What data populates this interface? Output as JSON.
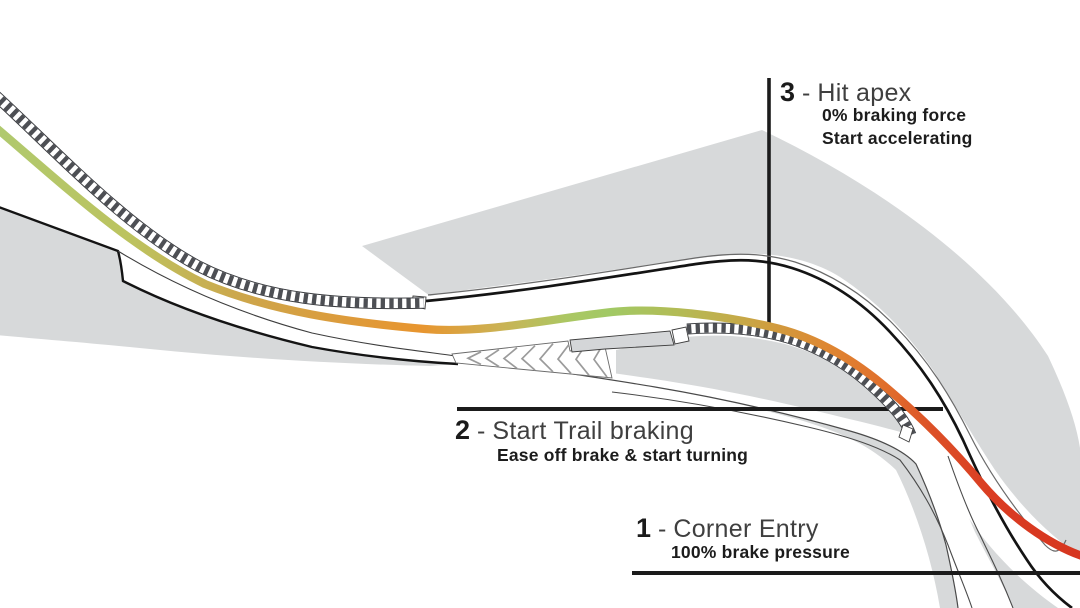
{
  "callouts": [
    {
      "number": "1",
      "dash": "-",
      "title": "Corner Entry",
      "subtitles": [
        "100% brake pressure"
      ]
    },
    {
      "number": "2",
      "dash": "-",
      "title": "Start Trail braking",
      "subtitles": [
        "Ease off brake & start turning"
      ]
    },
    {
      "number": "3",
      "dash": "-",
      "title": "Hit apex",
      "subtitles": [
        "0% braking force",
        "Start accelerating"
      ]
    }
  ],
  "colors": {
    "runoff_gray": "#d7d9da",
    "kerb_dark": "#4d4f54",
    "line_black": "#1b1b1b",
    "title_gray": "#3f3f3f",
    "racing_line_entry_red": "#d63620",
    "racing_line_mid_orange": "#e8952f",
    "racing_line_exit_green": "#b0c96e"
  }
}
